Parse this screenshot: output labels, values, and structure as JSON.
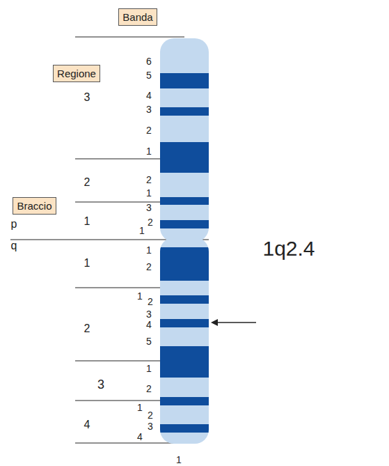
{
  "diagram": {
    "nodes": [
      {
        "text": [
          "Banda"
        ]
      },
      {
        "text": [
          "Regione"
        ]
      },
      {
        "text": [
          "Braccio"
        ]
      }
    ],
    "labels": [
      "6",
      "5",
      "3",
      "4",
      "3",
      "2",
      "1",
      "2",
      "2",
      "1",
      "3",
      "1",
      "2",
      "1",
      "p",
      "q",
      "1",
      "1",
      "2",
      "1q2.4",
      "1",
      "2",
      "2",
      "3",
      "4",
      "5",
      "3",
      "1",
      "2",
      "1",
      "2",
      "4",
      "3",
      "4",
      "1"
    ]
  }
}
